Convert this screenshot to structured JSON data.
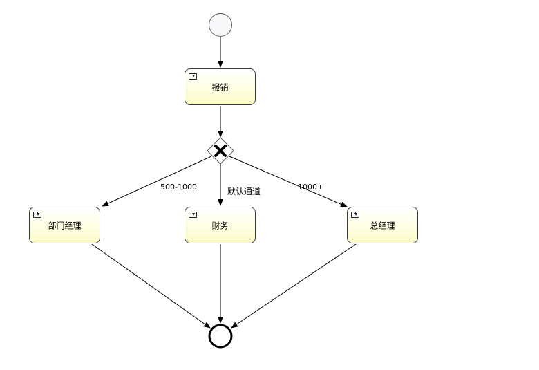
{
  "tasks": {
    "baoxiao": "报销",
    "dept_manager": "部门经理",
    "finance": "财务",
    "general_manager": "总经理"
  },
  "flows": {
    "range_500_1000": "500-1000",
    "default": "默认通道",
    "over_1000": "1000+"
  },
  "colors": {
    "task_fill": "#fbfbc6",
    "stroke": "#000000",
    "start_fill": "#f8f8fa"
  }
}
